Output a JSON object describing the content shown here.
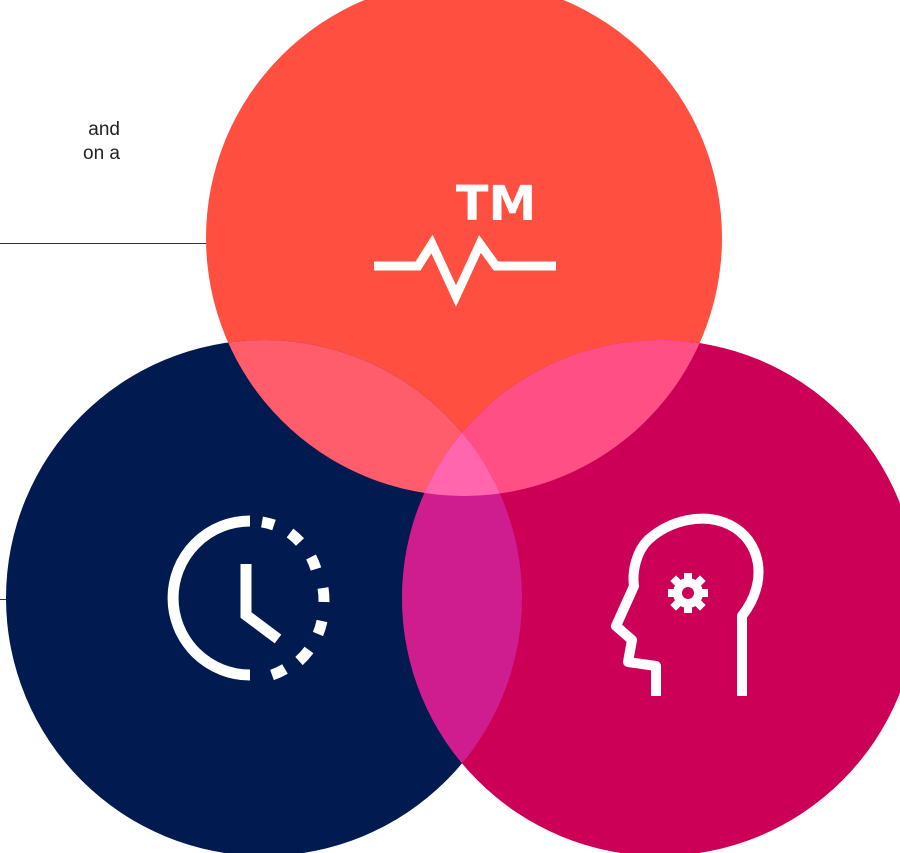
{
  "text_fragments": {
    "line1": "and",
    "line2": "on a"
  },
  "circles": [
    {
      "name": "heart-monitor-circle",
      "icon": "tm-heartbeat-icon",
      "color": "#FF4F40"
    },
    {
      "name": "clock-circle",
      "icon": "clock-icon",
      "color": "#011A4F"
    },
    {
      "name": "mind-circle",
      "icon": "head-gear-icon",
      "color": "#CC0057"
    }
  ],
  "icon_text": {
    "tm": "TM"
  },
  "overlap_colors": {
    "top_left": "#FF5C6C",
    "top_right": "#FF4F85",
    "bottom": "#CF1C8E",
    "center": "#FF66AE"
  }
}
